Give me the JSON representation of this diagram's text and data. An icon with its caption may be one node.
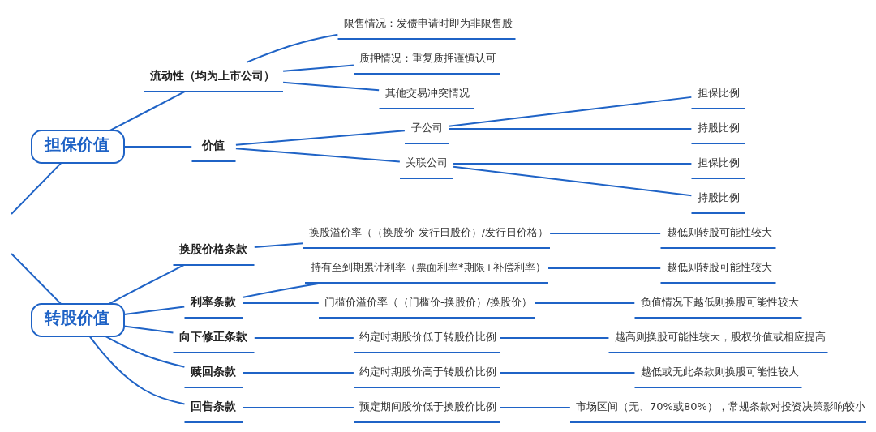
{
  "diagram": {
    "nodes": [
      {
        "text": [
          "担保价值"
        ]
      },
      {
        "text": [
          "流动性（均为上市公司）"
        ]
      },
      {
        "text": [
          "限售情况：发债申请时即为非限售股"
        ]
      },
      {
        "text": [
          "质押情况：重复质押谨慎认可"
        ]
      },
      {
        "text": [
          "其他交易冲突情况"
        ]
      },
      {
        "text": [
          "价值"
        ]
      },
      {
        "text": [
          "子公司"
        ]
      },
      {
        "text": [
          "担保比例"
        ]
      },
      {
        "text": [
          "持股比例"
        ]
      },
      {
        "text": [
          "关联公司"
        ]
      },
      {
        "text": [
          "担保比例"
        ]
      },
      {
        "text": [
          "持股比例"
        ]
      },
      {
        "text": [
          "转股价值"
        ]
      },
      {
        "text": [
          "换股价格条款"
        ]
      },
      {
        "text": [
          "换股溢价率（（换股价-发行日股价）/发行日价格）"
        ]
      },
      {
        "text": [
          "越低则转股可能性较大"
        ]
      },
      {
        "text": [
          "利率条款"
        ]
      },
      {
        "text": [
          "持有至到期累计利率（票面利率*期限+补偿利率）"
        ]
      },
      {
        "text": [
          "越低则转股可能性较大"
        ]
      },
      {
        "text": [
          "门槛价溢价率（（门槛价-换股价）/换股价）"
        ]
      },
      {
        "text": [
          "负值情况下越低则换股可能性较大"
        ]
      },
      {
        "text": [
          "向下修正条款"
        ]
      },
      {
        "text": [
          "约定时期股价低于转股价比例"
        ]
      },
      {
        "text": [
          "越高则换股可能性较大，股权价值或相应提高"
        ]
      },
      {
        "text": [
          "赎回条款"
        ]
      },
      {
        "text": [
          "约定时期股价高于转股价比例"
        ]
      },
      {
        "text": [
          "越低或无此条款则换股可能性较大"
        ]
      },
      {
        "text": [
          "回售条款"
        ]
      },
      {
        "text": [
          "预定期间股价低于换股价比例"
        ]
      },
      {
        "text": [
          "市场区间（无、70%或80%），常规条款对投资决策影响较小"
        ]
      }
    ],
    "edges": [
      {
        "from": null,
        "to": 0,
        "arrow": "none"
      },
      {
        "from": null,
        "to": 12,
        "arrow": "none"
      },
      {
        "from": 0,
        "to": 1,
        "arrow": "none"
      },
      {
        "from": 1,
        "to": 2,
        "arrow": "none"
      },
      {
        "from": 1,
        "to": 3,
        "arrow": "none"
      },
      {
        "from": 1,
        "to": 4,
        "arrow": "none"
      },
      {
        "from": 0,
        "to": 5,
        "arrow": "none"
      },
      {
        "from": 5,
        "to": 6,
        "arrow": "none"
      },
      {
        "from": 6,
        "to": 7,
        "arrow": "none"
      },
      {
        "from": 6,
        "to": 8,
        "arrow": "none"
      },
      {
        "from": 5,
        "to": 9,
        "arrow": "none"
      },
      {
        "from": 9,
        "to": 10,
        "arrow": "none"
      },
      {
        "from": 9,
        "to": 11,
        "arrow": "none"
      },
      {
        "from": 12,
        "to": 13,
        "arrow": "none"
      },
      {
        "from": 13,
        "to": 14,
        "arrow": "none"
      },
      {
        "from": 14,
        "to": 15,
        "arrow": "none"
      },
      {
        "from": 12,
        "to": 16,
        "arrow": "none"
      },
      {
        "from": 16,
        "to": 17,
        "arrow": "none"
      },
      {
        "from": 17,
        "to": 18,
        "arrow": "none"
      },
      {
        "from": 16,
        "to": 19,
        "arrow": "none"
      },
      {
        "from": 19,
        "to": 20,
        "arrow": "none"
      },
      {
        "from": 12,
        "to": 21,
        "arrow": "none"
      },
      {
        "from": 21,
        "to": 22,
        "arrow": "none"
      },
      {
        "from": 22,
        "to": 23,
        "arrow": "none"
      },
      {
        "from": 12,
        "to": 24,
        "arrow": "none"
      },
      {
        "from": 24,
        "to": 25,
        "arrow": "none"
      },
      {
        "from": 25,
        "to": 26,
        "arrow": "none"
      },
      {
        "from": 12,
        "to": 27,
        "arrow": "none"
      },
      {
        "from": 27,
        "to": 28,
        "arrow": "none"
      },
      {
        "from": 28,
        "to": 29,
        "arrow": "none"
      }
    ]
  }
}
